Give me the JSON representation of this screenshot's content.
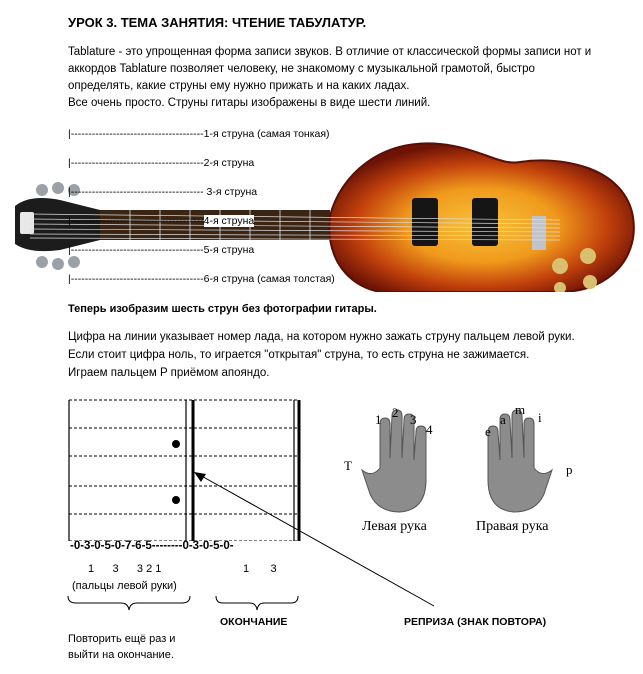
{
  "title": "УРОК 3. ТЕМА ЗАНЯТИЯ: ЧТЕНИЕ ТАБУЛАТУР.",
  "intro": {
    "line1": "Tablature - это упрощенная форма записи звуков. В отличие от классической формы записи нот и",
    "line2": "аккордов Tablature позволяет человеку, не знакомому с музыкальной грамотой, быстро",
    "line3": "определять, какие струны ему нужно прижать и на каких ладах.",
    "line4": "Все очень просто. Струны гитары изображены в виде шести линий."
  },
  "strings": [
    {
      "bar": "|",
      "dashes": "--------------------------------------",
      "label": "1-я струна (самая тонкая)"
    },
    {
      "bar": "|",
      "dashes": "--------------------------------------",
      "label": "2-я струна"
    },
    {
      "bar": "|",
      "dashes": "--------------------------------------",
      "label": " 3-я струна"
    },
    {
      "bar": "|",
      "dashes": "--------------------------------------",
      "label": "4-я струна"
    },
    {
      "bar": "|",
      "dashes": "--------------------------------------",
      "label": "5-я струна"
    },
    {
      "bar": "|",
      "dashes": "--------------------------------------",
      "label": "6-я струна (самая толстая)"
    }
  ],
  "subheading": "Теперь изобразим шесть струн без фотографии гитары.",
  "explain": {
    "line1": "Цифра на линии указывает номер лада, на котором  нужно  зажать струну пальцем левой руки.",
    "line2": "Если стоит цифра ноль, то играется \"открытая\" струна, то есть  струна не зажимается.",
    "line3": "Играем пальцем P приёмом апояндо."
  },
  "tab_line": {
    "part1": "-0-3-0-5-0-7-6-5-",
    "dashes": "-------",
    "part2": "0-3-0-5-0-"
  },
  "fingers1": "1      3      3 2 1",
  "fingers2": "1       3",
  "left_fingers_label": "(пальцы левой руки)",
  "ending_label": "ОКОНЧАНИЕ",
  "repeat_sign_label": "РЕПРИЗА (ЗНАК ПОВТОРА)",
  "repeat_note": {
    "line1": "Повторить ещё раз и",
    "line2": "выйти на окончание."
  },
  "hands": {
    "left_label": "Левая рука",
    "right_label": "Правая рука",
    "left_fingers": [
      "T",
      "1",
      "2",
      "3",
      "4"
    ],
    "right_fingers": [
      "p",
      "i",
      "m",
      "a",
      "e"
    ]
  },
  "colors": {
    "guitar_body_outer": "#8a1a08",
    "guitar_body_inner": "#f2a020",
    "neck": "#3a2414",
    "headstock": "#1c1c1c",
    "hand_gray": "#8c8c8c"
  }
}
